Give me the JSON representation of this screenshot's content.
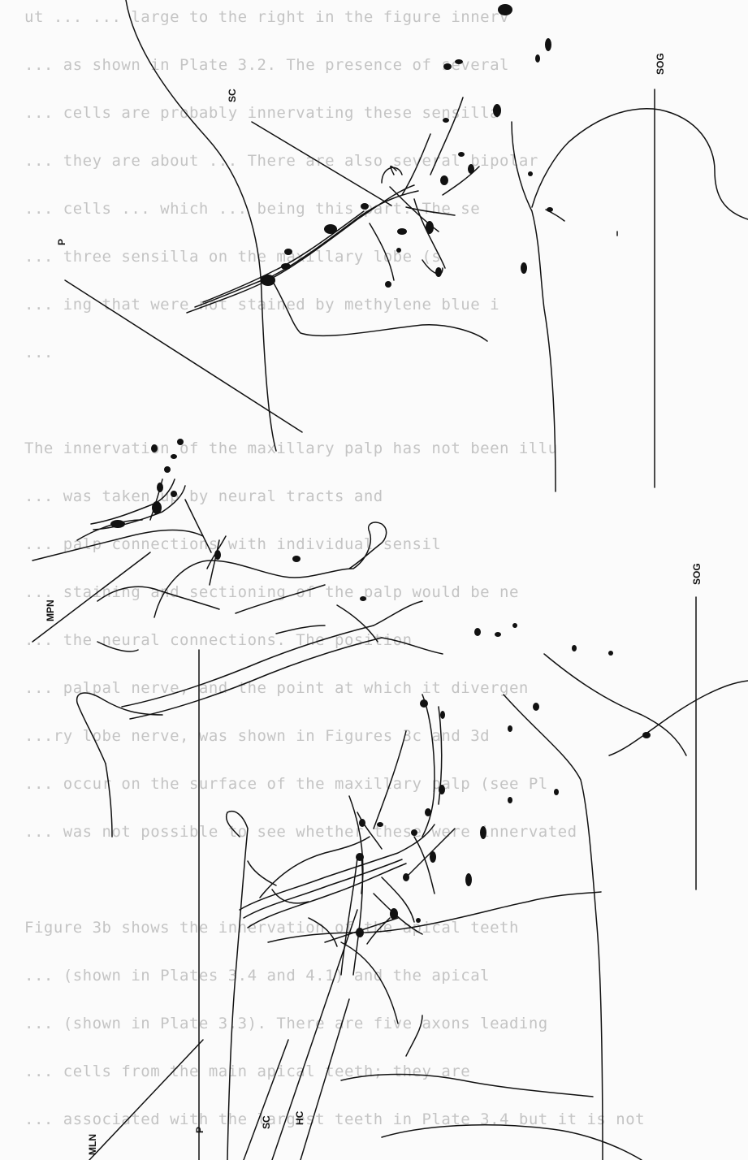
{
  "labels": {
    "sc_top": "SC",
    "p_top": "P",
    "sog_top": "SOG",
    "mpn": "MPN",
    "sog_bottom": "SOG",
    "mln": "MLN",
    "p_bottom": "P",
    "sc_bottom": "SC",
    "hc": "HC"
  },
  "background_text": [
    "ut  ...  ...  large to the right in the figure innerv",
    "  ... as shown in Plate 3.2.  The presence of several",
    "  ... cells are probably innervating these sensilla",
    "  ... they are about ...  There are also several bipolar",
    "  ... cells ... which ... being this part.  The se",
    "  ... three sensilla on the maxillary lobe (s",
    "  ... ing that were not stained by methylene blue i",
    "  ...",
    "",
    "  The innervation of the maxillary palp has not been illu",
    "  ... was taken up by neural tracts and",
    "  ... palp connections with individual sensil",
    "  ... staining and sectioning of the palp would be ne",
    "  ... the neural connections.  The position",
    "  ... palpal nerve, and the point at which it divergen",
    "  ...ry lobe nerve, was shown in Figures 3c and 3d",
    "  ... occur on the surface of the maxillary palp (see Pl",
    "  ... was not possible to see whether these were innervated",
    "",
    "  Figure 3b shows the innervation of the apical teeth",
    "  ... (shown in Plates 3.4 and 4.1) and the apical",
    "  ... (shown in Plate 3.3).  There are five axons leading",
    "  ... cells from the main apical teeth;  they are",
    "  ... associated with the largest teeth in Plate 3.4 but it is not"
  ]
}
